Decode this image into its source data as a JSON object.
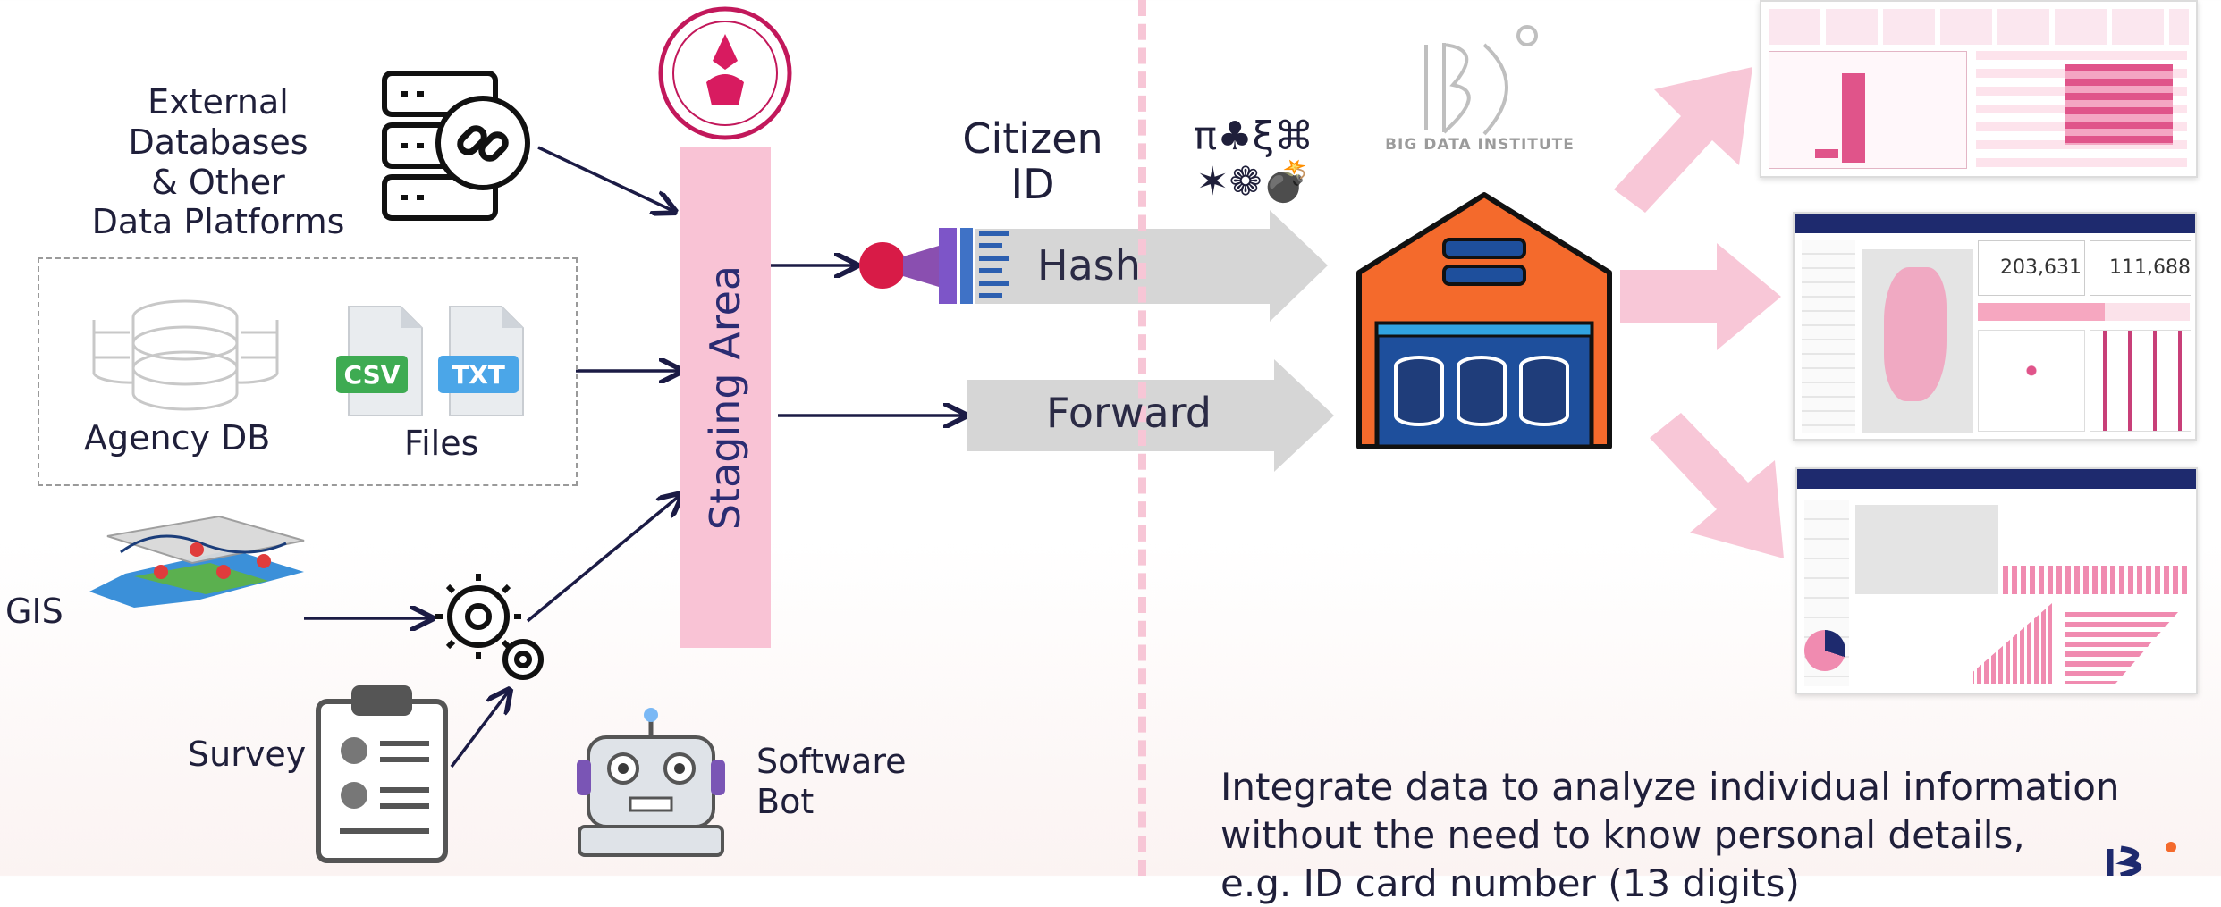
{
  "sources": {
    "external": "External Databases\n& Other\nData Platforms",
    "agency_db": "Agency DB",
    "files": "Files",
    "csv": "CSV",
    "txt": "TXT",
    "gis": "GIS",
    "survey": "Survey",
    "software_bot": "Software\nBot"
  },
  "staging": {
    "label": "Staging Area"
  },
  "citizen_id": "Citizen\nID",
  "symbols": "π♣ξ⌘\n✶❁💣",
  "arrows": {
    "hash": "Hash",
    "forward": "Forward"
  },
  "logo": {
    "caption": "BIG DATA INSTITUTE"
  },
  "dashboards": {
    "kpi_1": "203,631",
    "kpi_2": "111,688"
  },
  "bottom_text": "Integrate data to analyze individual information\nwithout the need to know personal details,\ne.g. ID card number (13 digits)",
  "colors": {
    "staging": "#f9c3d5",
    "navy": "#2b2c72",
    "arrow_gray": "#d6d6d6",
    "pink_arrow": "#f8c7d7",
    "warehouse_orange": "#f46a2c",
    "warehouse_blue": "#1e4f9c"
  }
}
